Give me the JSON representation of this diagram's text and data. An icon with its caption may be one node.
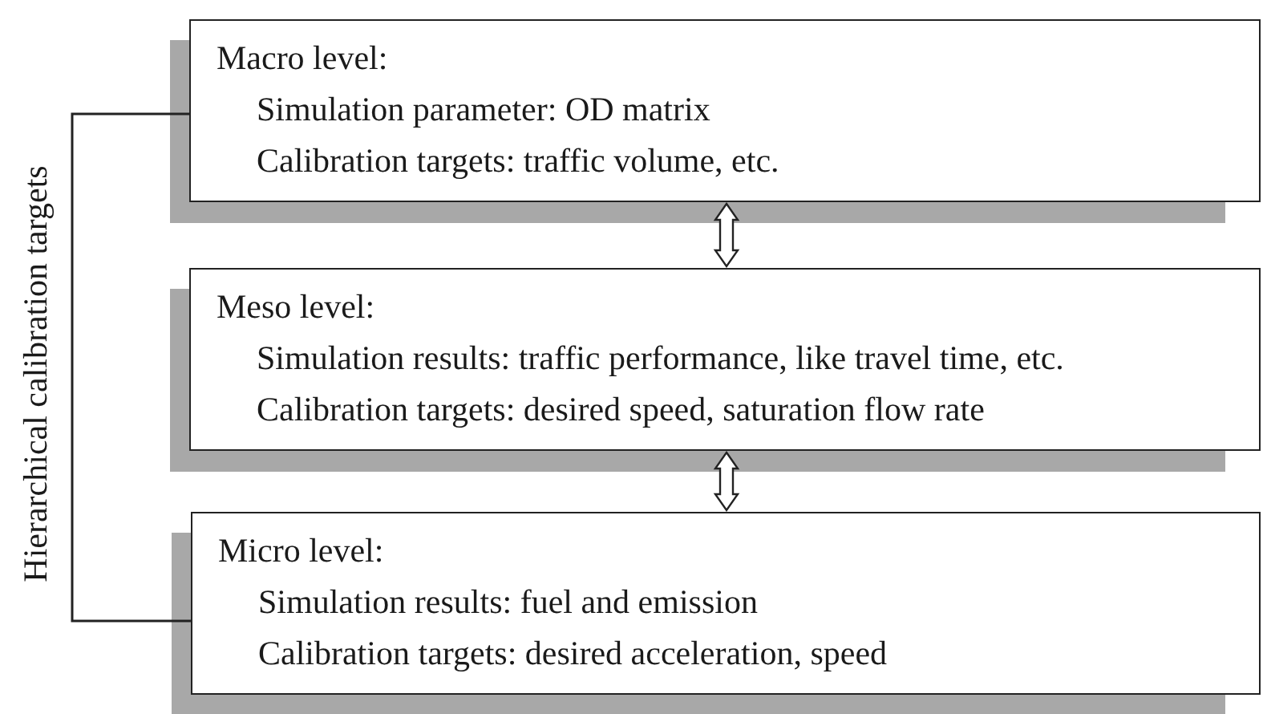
{
  "diagram": {
    "nodes": [
      {
        "text": [
          "Macro level:",
          "Simulation parameter: OD matrix",
          "Calibration targets: traffic volume, etc."
        ]
      },
      {
        "text": [
          "Meso level:",
          "Simulation results: traffic performance, like travel time, etc.",
          "Calibration targets: desired speed, saturation flow rate"
        ]
      },
      {
        "text": [
          "Micro level:",
          "Simulation results: fuel and emission",
          "Calibration targets: desired acceleration, speed"
        ]
      }
    ],
    "edges": [
      {
        "from": 0,
        "to": 1,
        "arrow": "both"
      },
      {
        "from": 1,
        "to": 2,
        "arrow": "both"
      }
    ],
    "labels": [
      "Hierarchical calibration targets"
    ]
  }
}
